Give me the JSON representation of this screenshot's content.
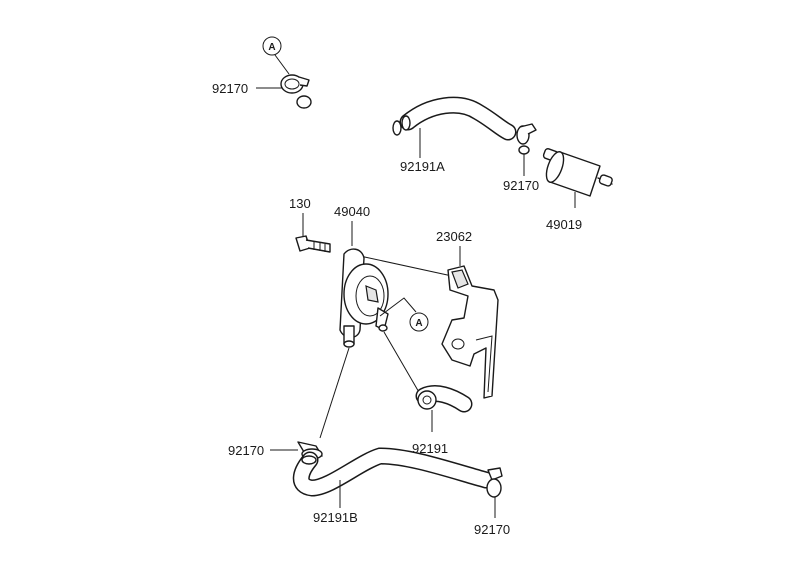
{
  "labels": {
    "clamp_top_left": "92170",
    "hose_top": "92191A",
    "clamp_top_right": "92170",
    "fuel_filter": "49019",
    "bolt": "130",
    "pump_assembly": "49040",
    "bracket": "23062",
    "clamp_lower_left": "92170",
    "hose_elbow": "92191",
    "hose_bottom": "92191B",
    "clamp_bottom_right": "92170"
  },
  "callouts": {
    "top": "A",
    "pump": "A"
  }
}
